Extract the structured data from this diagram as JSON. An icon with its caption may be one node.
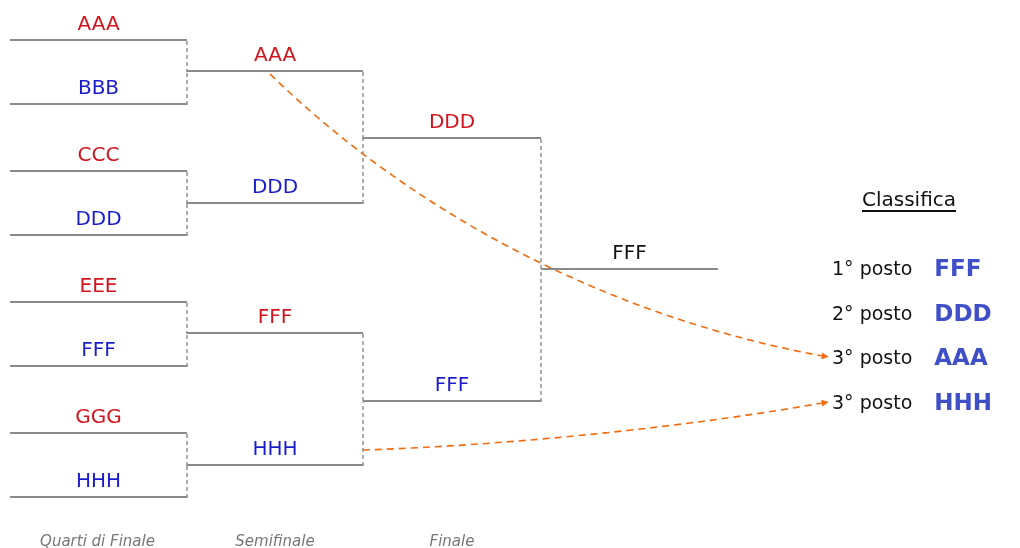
{
  "diagram": {
    "nodes": [
      {
        "text": [
          "AAA"
        ]
      },
      {
        "text": [
          "BBB"
        ]
      },
      {
        "text": [
          "CCC"
        ]
      },
      {
        "text": [
          "DDD"
        ]
      },
      {
        "text": [
          "EEE"
        ]
      },
      {
        "text": [
          "FFF"
        ]
      },
      {
        "text": [
          "GGG"
        ]
      },
      {
        "text": [
          "HHH"
        ]
      },
      {
        "text": [
          "AAA"
        ]
      },
      {
        "text": [
          "DDD"
        ]
      },
      {
        "text": [
          "FFF"
        ]
      },
      {
        "text": [
          "HHH"
        ]
      },
      {
        "text": [
          "DDD"
        ]
      },
      {
        "text": [
          "FFF"
        ]
      },
      {
        "text": [
          "FFF"
        ]
      },
      {
        "text": [
          "1° posto",
          "FFF"
        ]
      },
      {
        "text": [
          "2° posto",
          "DDD"
        ]
      },
      {
        "text": [
          "3° posto",
          "AAA"
        ]
      },
      {
        "text": [
          "3° posto",
          "HHH"
        ]
      }
    ],
    "edges": [
      {
        "from": 0,
        "to": 8,
        "arrow": "none",
        "style": "dashed"
      },
      {
        "from": 1,
        "to": 8,
        "arrow": "none",
        "style": "dashed"
      },
      {
        "from": 2,
        "to": 9,
        "arrow": "none",
        "style": "dashed"
      },
      {
        "from": 3,
        "to": 9,
        "arrow": "none",
        "style": "dashed"
      },
      {
        "from": 4,
        "to": 10,
        "arrow": "none",
        "style": "dashed"
      },
      {
        "from": 5,
        "to": 10,
        "arrow": "none",
        "style": "dashed"
      },
      {
        "from": 6,
        "to": 11,
        "arrow": "none",
        "style": "dashed"
      },
      {
        "from": 7,
        "to": 11,
        "arrow": "none",
        "style": "dashed"
      },
      {
        "from": 8,
        "to": 12,
        "arrow": "none",
        "style": "dashed"
      },
      {
        "from": 9,
        "to": 12,
        "arrow": "none",
        "style": "dashed"
      },
      {
        "from": 10,
        "to": 13,
        "arrow": "none",
        "style": "dashed"
      },
      {
        "from": 11,
        "to": 13,
        "arrow": "none",
        "style": "dashed"
      },
      {
        "from": 12,
        "to": 14,
        "arrow": "none",
        "style": "dashed"
      },
      {
        "from": 13,
        "to": 14,
        "arrow": "none",
        "style": "dashed"
      },
      {
        "from": 8,
        "to": 17,
        "arrow": "to",
        "style": "dashed",
        "color": "#f26b0f"
      },
      {
        "from": 11,
        "to": 18,
        "arrow": "to",
        "style": "dashed",
        "color": "#f26b0f"
      }
    ],
    "labels": [
      "Classifica",
      "Quarti di Finale",
      "Semifinale",
      "Finale"
    ]
  }
}
